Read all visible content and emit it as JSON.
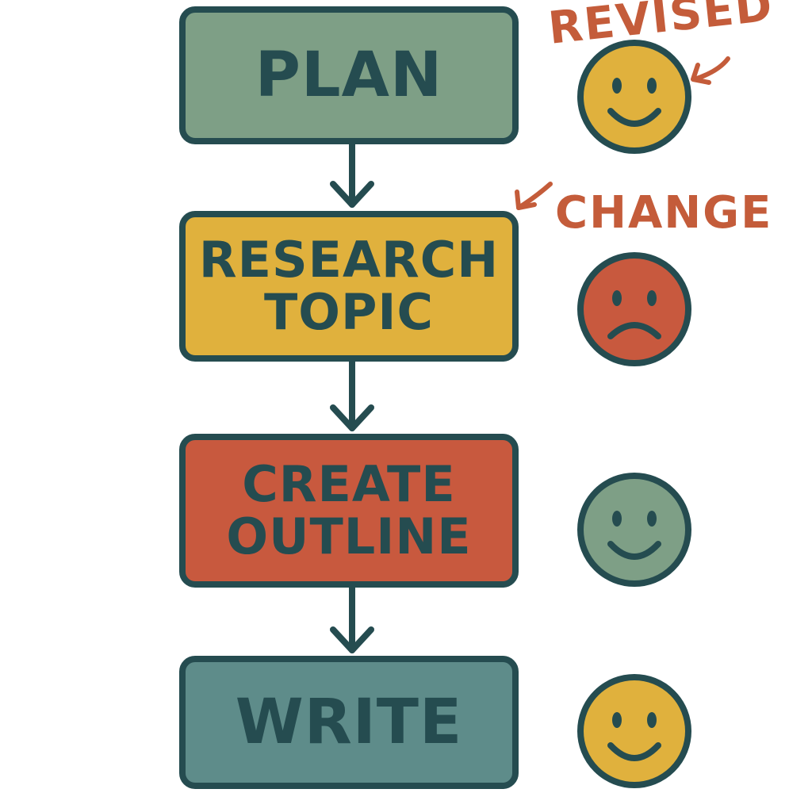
{
  "colors": {
    "outline": "#254c50",
    "plan": "#7e9f86",
    "research": "#e0b13d",
    "outline_box": "#c8593e",
    "write": "#5e8c8a",
    "annotation": "#c45c3a",
    "face_yellow": "#e0b13d",
    "face_red": "#c8593e",
    "face_green": "#7e9f86"
  },
  "steps": [
    {
      "lines": [
        "PLAN"
      ],
      "color": "plan",
      "face": {
        "mood": "happy",
        "color": "face_yellow",
        "icon": "smiley-face-icon"
      }
    },
    {
      "lines": [
        "RESEARCH",
        "TOPIC"
      ],
      "color": "research",
      "face": {
        "mood": "sad",
        "color": "face_red",
        "icon": "frowning-face-icon"
      }
    },
    {
      "lines": [
        "CREATE",
        "OUTLINE"
      ],
      "color": "outline_box",
      "face": {
        "mood": "happy",
        "color": "face_green",
        "icon": "smiley-face-icon"
      }
    },
    {
      "lines": [
        "WRITE"
      ],
      "color": "write",
      "face": {
        "mood": "happy",
        "color": "face_yellow",
        "icon": "smiley-face-icon"
      }
    }
  ],
  "annotations": {
    "revised": "REVISED",
    "change": "CHANGE"
  },
  "icons": {
    "down_arrow": "down-arrow-icon",
    "annotation_arrow": "curved-arrow-icon"
  }
}
